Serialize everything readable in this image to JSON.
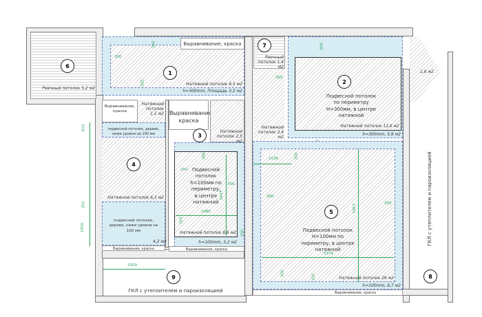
{
  "rooms": {
    "r1": {
      "num": "1",
      "ceiling": "Натяжной потолок 8,5 м2",
      "perimeter": "h=300mm, Площадь 3,2 м2",
      "side": "Выравнивание, краска"
    },
    "r2": {
      "num": "2",
      "desc": "Подвесной потолок по периметру H=300мм, в центре натяжной",
      "ceiling": "Натяжной потолок 12,6 м2",
      "perimeter": "h=300mm, 5,9 м2"
    },
    "r3": {
      "num": "3",
      "side": "Выравнивание, краска",
      "ceiling_small": "Натяжной потолок 2,5 м2",
      "desc": "Подвесной потолок h=100мм по периметру, в центре натяжной",
      "ceiling": "Натяжной потолок 8,6 м2",
      "perimeter": "h=100mm, 3,2 м2",
      "bottom": "Выравнивание, краска"
    },
    "r4": {
      "num": "4",
      "top": "подвесной потолок, дерево, ниже уровня на 100 мм",
      "ceiling": "Натяжной потолок 6,3 м2",
      "bottom_desc": "подвесной потолок, дерево, ниже уровня на 100 мм",
      "bottom_area": "4,2 м2",
      "bottom": "Выравнивание, краска",
      "small_white": "Выравнивание, краска",
      "small_hatch": "Натяжной потолок 1,1 м2"
    },
    "r5": {
      "num": "5",
      "desc": "Подвесной потолок H=100мм по периметру, в центре натяжной",
      "ceiling": "Натяжной потолок 29 м2",
      "perimeter": "h=100mm, 6,7 м2",
      "bottom": "Выравнивание, краска",
      "corridor": "Натяжной потолок 3,4 м2"
    },
    "r6": {
      "num": "6",
      "ceiling": "Реечный потолок 5,2 м2"
    },
    "r7": {
      "num": "7",
      "ceiling": "Реечный потолок 1,4 м2"
    },
    "r8": {
      "num": "8",
      "desc": "ГКЛ с утеплителем и пароизоляцией",
      "corner": "1,6 м2"
    },
    "r9": {
      "num": "9",
      "desc": "ГКЛ с утеплителем и пароизоляцией"
    }
  },
  "dimensions": {
    "r1_top": "300",
    "r1_left": "300",
    "r1_bottom": "300",
    "r2_top": "800",
    "r2_left": "300",
    "r2_bottom": "300",
    "r3_top": "300",
    "r3_left": "250",
    "r3_right": "350",
    "r3_height": "3447",
    "r3_width": "2485",
    "r3_bottom_l": "350",
    "r3_bottom_r": "250",
    "r4_a": "650",
    "r4_b": "350",
    "r4_c": "1450",
    "r5_a": "1536",
    "r5_b": "300",
    "r5_left": "300",
    "r5_right": "300",
    "r5_height": "5957",
    "r5_width": "5374",
    "r5_bottom_l": "300",
    "r5_bottom_r": "250",
    "r9_width": "2509"
  }
}
